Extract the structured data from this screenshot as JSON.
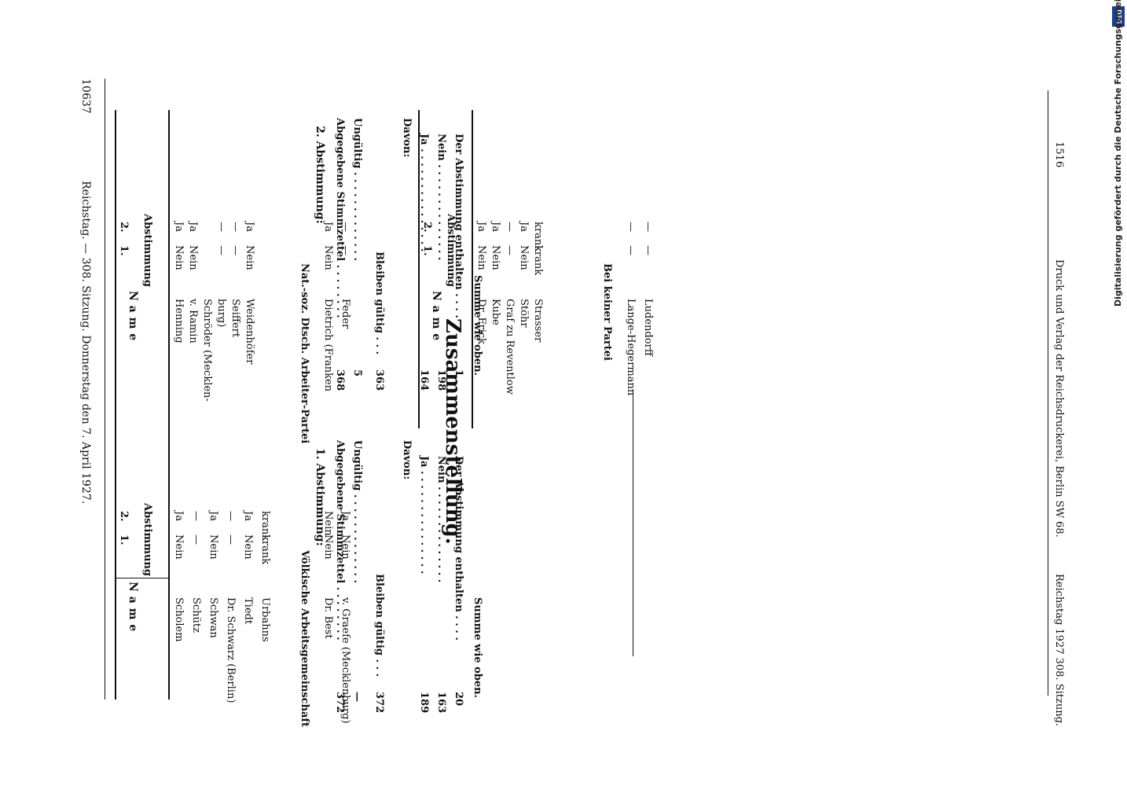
{
  "header": {
    "title": "Reichstag. — 308. Sitzung. Donnerstag den 7. April 1927.",
    "page_number": "10637"
  },
  "columns": {
    "name_header": "N a m e",
    "vote1": "1.",
    "vote2": "2.",
    "abstimmung": "Abstimmung"
  },
  "table1": {
    "rows": [
      {
        "name": "Scholem",
        "v1": "Nein",
        "v2": "Ja"
      },
      {
        "name": "Schütz",
        "v1": "—",
        "v2": "—"
      },
      {
        "name": "Schwan",
        "v1": "Nein",
        "v2": "Ja"
      },
      {
        "name": "Dr. Schwarz (Berlin)",
        "v1": "—",
        "v2": "—"
      },
      {
        "name": "Tiedt",
        "v1": "Nein",
        "v2": "Ja"
      },
      {
        "name": "Urbahns",
        "v1": "krank",
        "v2": "krank"
      }
    ],
    "group_title": "Völkische Arbeitsgemeinschaft",
    "group_rows": [
      {
        "name": "Dr. Best",
        "v1": "Nein",
        "v2": "Nein"
      },
      {
        "name": "v. Graefe (Mecklenburg)",
        "v1": "Nein",
        "v2": "Ja"
      }
    ]
  },
  "table2": {
    "rows": [
      {
        "name": "Henning",
        "v1": "Nein",
        "v2": "Ja"
      },
      {
        "name": "v. Ramin",
        "v1": "Nein",
        "v2": "Ja"
      },
      {
        "name": "Schröder (Mecklen-",
        "v1": "",
        "v2": ""
      },
      {
        "name": "burg)",
        "v1": "—",
        "v2": "—"
      },
      {
        "name": "Seiffert",
        "v1": "—",
        "v2": "—"
      },
      {
        "name": "Weidenhöfer",
        "v1": "Nein",
        "v2": "Ja"
      }
    ],
    "group_title": "Nat.-soz. Dtsch. Arbeiter-Partei",
    "group_rows": [
      {
        "name": "Dietrich (Franken",
        "v1": "Nein",
        "v2": "Ja"
      },
      {
        "name": "Feder",
        "v1": "—",
        "v2": "—"
      }
    ]
  },
  "table3": {
    "rows": [
      {
        "name": "Dr. Frick",
        "v1": "Nein",
        "v2": "Ja"
      },
      {
        "name": "Kube",
        "v1": "Nein",
        "v2": "Ja"
      },
      {
        "name": "Graf zu Reventlow",
        "v1": "—",
        "v2": "—"
      },
      {
        "name": "Stöhr",
        "v1": "Nein",
        "v2": "Ja"
      },
      {
        "name": "Strasser",
        "v1": "krank",
        "v2": "krank"
      }
    ],
    "group_title": "Bei keiner Partei",
    "group_rows": [
      {
        "name": "Lange-Hegermann",
        "v1": "—",
        "v2": "—"
      },
      {
        "name": "Ludendorff",
        "v1": "—",
        "v2": "—"
      }
    ]
  },
  "summary": {
    "title": "Zusammenstellung.",
    "left": {
      "heading": "1. Abstimmung:",
      "abgegebene_label": "Abgegebene Stimmzettel",
      "abgegebene_value": "372",
      "ungueltig_label": "Ungültig",
      "ungueltig_value": "—",
      "bleiben_label": "Bleiben gültig",
      "bleiben_value": "372",
      "davon_label": "Davon:",
      "ja_label": "Ja",
      "ja_value": "189",
      "nein_label": "Nein",
      "nein_value": "163",
      "enthalten_label": "Der Abstimmung enthalten",
      "enthalten_value": "20",
      "summe_label": "Summe wie oben."
    },
    "right": {
      "heading": "2. Abstimmung:",
      "abgegebene_label": "Abgegebene Stimmzettel",
      "abgegebene_value": "368",
      "ungueltig_label": "Ungültig",
      "ungueltig_value": "5",
      "bleiben_label": "Bleiben gültig",
      "bleiben_value": "363",
      "davon_label": "Davon:",
      "ja_label": "Ja",
      "ja_value": "164",
      "nein_label": "Nein",
      "nein_value": "198",
      "enthalten_label": "Der Abstimmung enthalten",
      "enthalten_value": "1",
      "summe_label": "Summe wie oben."
    }
  },
  "footer": {
    "left": "Reichstag 1927 308. Sitzung.",
    "center": "Druck und Verlag der Reichsdruckerei, Berlin SW 68.",
    "right": "1516"
  },
  "side_credit": "Digitalisierung gefördert durch die Deutsche Forschungsgemeinschaft",
  "side_logo": "DFG"
}
